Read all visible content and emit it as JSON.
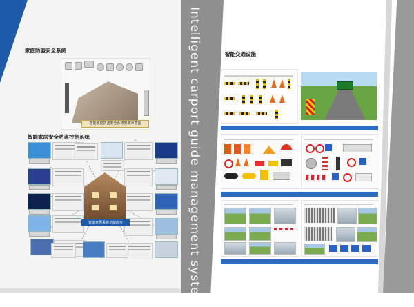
{
  "spine": {
    "text": "Intelligent carport guide management system"
  },
  "left": {
    "security_title": "家庭防盗安全系统",
    "security_demo_caption": "智能家庭防盗安全系统安装示意图",
    "control_title": "智能家居安全防盗控制系统",
    "control_center_caption": "智能家居系统功能简介"
  },
  "right": {
    "traffic_title": "智能交通设施"
  },
  "colors": {
    "brand_blue": "#2d6cc0",
    "spine_gray": "#8f8f8f",
    "corner_blue": "#1d5aa8"
  }
}
